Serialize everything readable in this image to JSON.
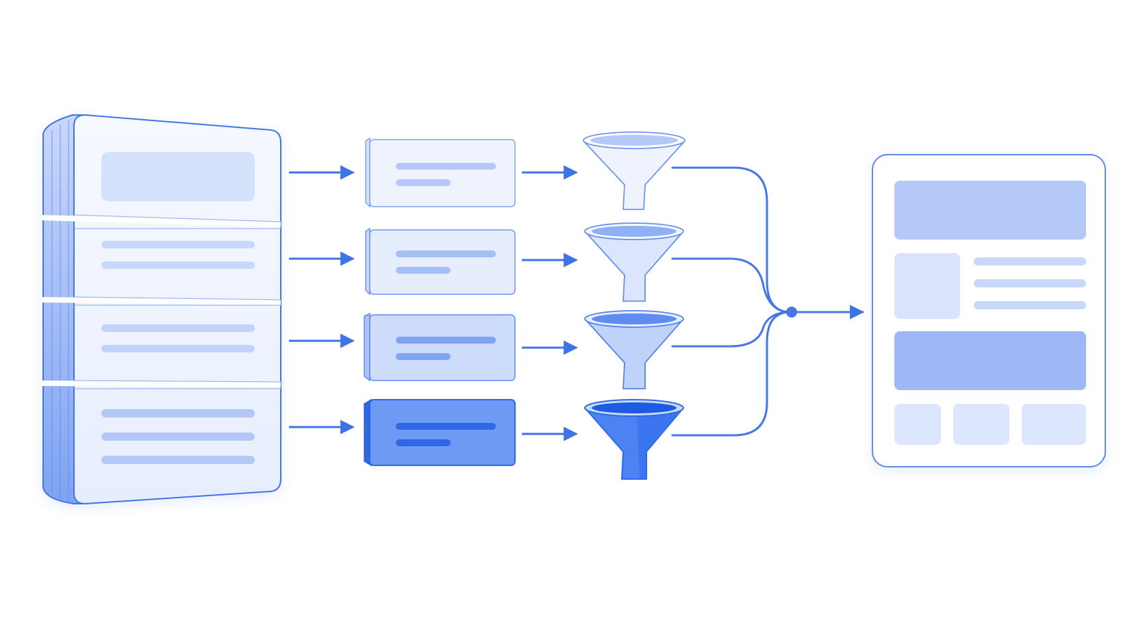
{
  "diagram": {
    "palette": {
      "stroke": "#3f74e6",
      "arrow": "#3d73e6",
      "connector": "#4677e4",
      "panel_fill": "#eef3fd",
      "bar_light": "#c8d8fa",
      "bar_mid": "#b4c9f7",
      "bar_strong": "#9db8f5",
      "accent": "#2d6cf0",
      "accent_dark": "#1d5be0"
    },
    "source_document": {
      "icon": "stacked-document-icon",
      "segments": [
        {
          "id": "segment-1",
          "lines": 0,
          "has_block": true
        },
        {
          "id": "segment-2",
          "lines": 2
        },
        {
          "id": "segment-3",
          "lines": 2
        },
        {
          "id": "segment-4",
          "lines": 3
        }
      ]
    },
    "chunk_cards": [
      {
        "id": "chunk-card-1",
        "emphasis": 0.15
      },
      {
        "id": "chunk-card-2",
        "emphasis": 0.3
      },
      {
        "id": "chunk-card-3",
        "emphasis": 0.5
      },
      {
        "id": "chunk-card-4",
        "emphasis": 1.0
      }
    ],
    "filters": [
      {
        "id": "filter-funnel-1",
        "icon": "funnel-icon",
        "emphasis": 0.15
      },
      {
        "id": "filter-funnel-2",
        "icon": "funnel-icon",
        "emphasis": 0.3
      },
      {
        "id": "filter-funnel-3",
        "icon": "funnel-icon",
        "emphasis": 0.5
      },
      {
        "id": "filter-funnel-4",
        "icon": "funnel-icon",
        "emphasis": 1.0
      }
    ],
    "merge": {
      "icon": "merge-node-icon"
    },
    "output_layout": {
      "icon": "page-layout-icon",
      "blocks": [
        "header-block",
        "image-block",
        "text-lines",
        "banner-block",
        "footer-tiles"
      ]
    }
  }
}
